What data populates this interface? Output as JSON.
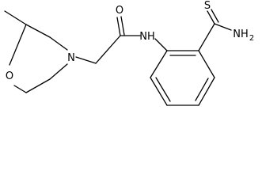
{
  "molecule": {
    "atoms": {
      "O_carbonyl": "O",
      "NH_amide": "NH",
      "S_thio": "S",
      "NH2_thioamide": "NH",
      "NH2_subscript": "2",
      "O_ring": "O",
      "N_ring": "N"
    }
  }
}
